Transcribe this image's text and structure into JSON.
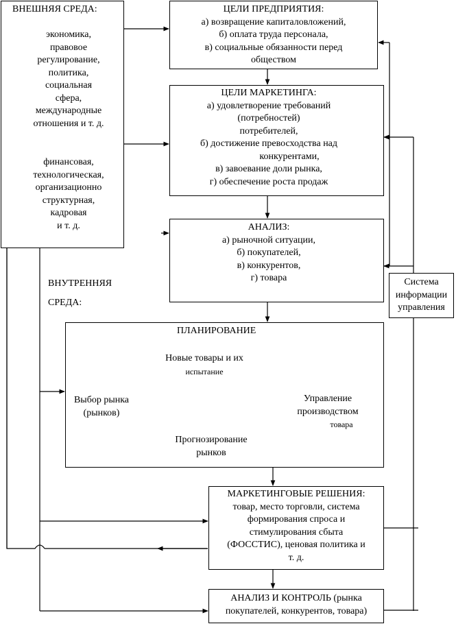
{
  "external": {
    "title": "ВНЕШНЯЯ СРЕДА:",
    "items1": [
      "экономика,",
      "правовое",
      "регулирование,",
      "политика,",
      "социальная",
      "сфера,",
      "международные",
      "отношения и т. д."
    ],
    "items2": [
      "финансовая,",
      "технологическая,",
      "организационно",
      "структурная,",
      "кадровая",
      "и т. д."
    ]
  },
  "internal": {
    "label1": "ВНУТРЕННЯЯ",
    "label2": "СРЕДА:"
  },
  "goals_enterprise": {
    "title": "ЦЕЛИ ПРЕДПРИЯТИЯ:",
    "lines": [
      "а) возвращение капиталовложений,",
      "б) оплата труда персонала,",
      "в) социальные обязанности перед",
      "обществом"
    ]
  },
  "goals_marketing": {
    "title": "ЦЕЛИ МАРКЕТИНГА:",
    "lines": [
      "а) удовлетворение требований",
      "(потребностей)",
      "потребителей,",
      "б) достижение превосходства над",
      "конкурентами,",
      "в) завоевание доли рынка,",
      "г) обеспечение роста продаж"
    ]
  },
  "analysis": {
    "title": "АНАЛИЗ:",
    "lines": [
      "а) рыночной ситуации,",
      "б) покупателей,",
      "в) конкурентов,",
      "г) товара"
    ]
  },
  "mis": {
    "lines": [
      "Система",
      "информации",
      "управления"
    ]
  },
  "planning": {
    "title": "ПЛАНИРОВАНИЕ",
    "new_goods": [
      "Новые товары и их",
      "испытание"
    ],
    "market_choice": [
      "Выбор рынка",
      "(рынков)"
    ],
    "production": [
      "Управление",
      "производством",
      "товара"
    ],
    "forecast": [
      "Прогнозирование",
      "рынков"
    ]
  },
  "decisions": {
    "title": "МАРКЕТИНГОВЫЕ РЕШЕНИЯ:",
    "lines": [
      "товар, место торговли, система",
      "формирования спроса и",
      "стимулирования сбыта",
      "(ФОССТИС), ценовая политика и",
      "т. д."
    ]
  },
  "control": {
    "lines": [
      "АНАЛИЗ И КОНТРОЛЬ (рынка",
      "покупателей, конкурентов, товара)"
    ]
  }
}
